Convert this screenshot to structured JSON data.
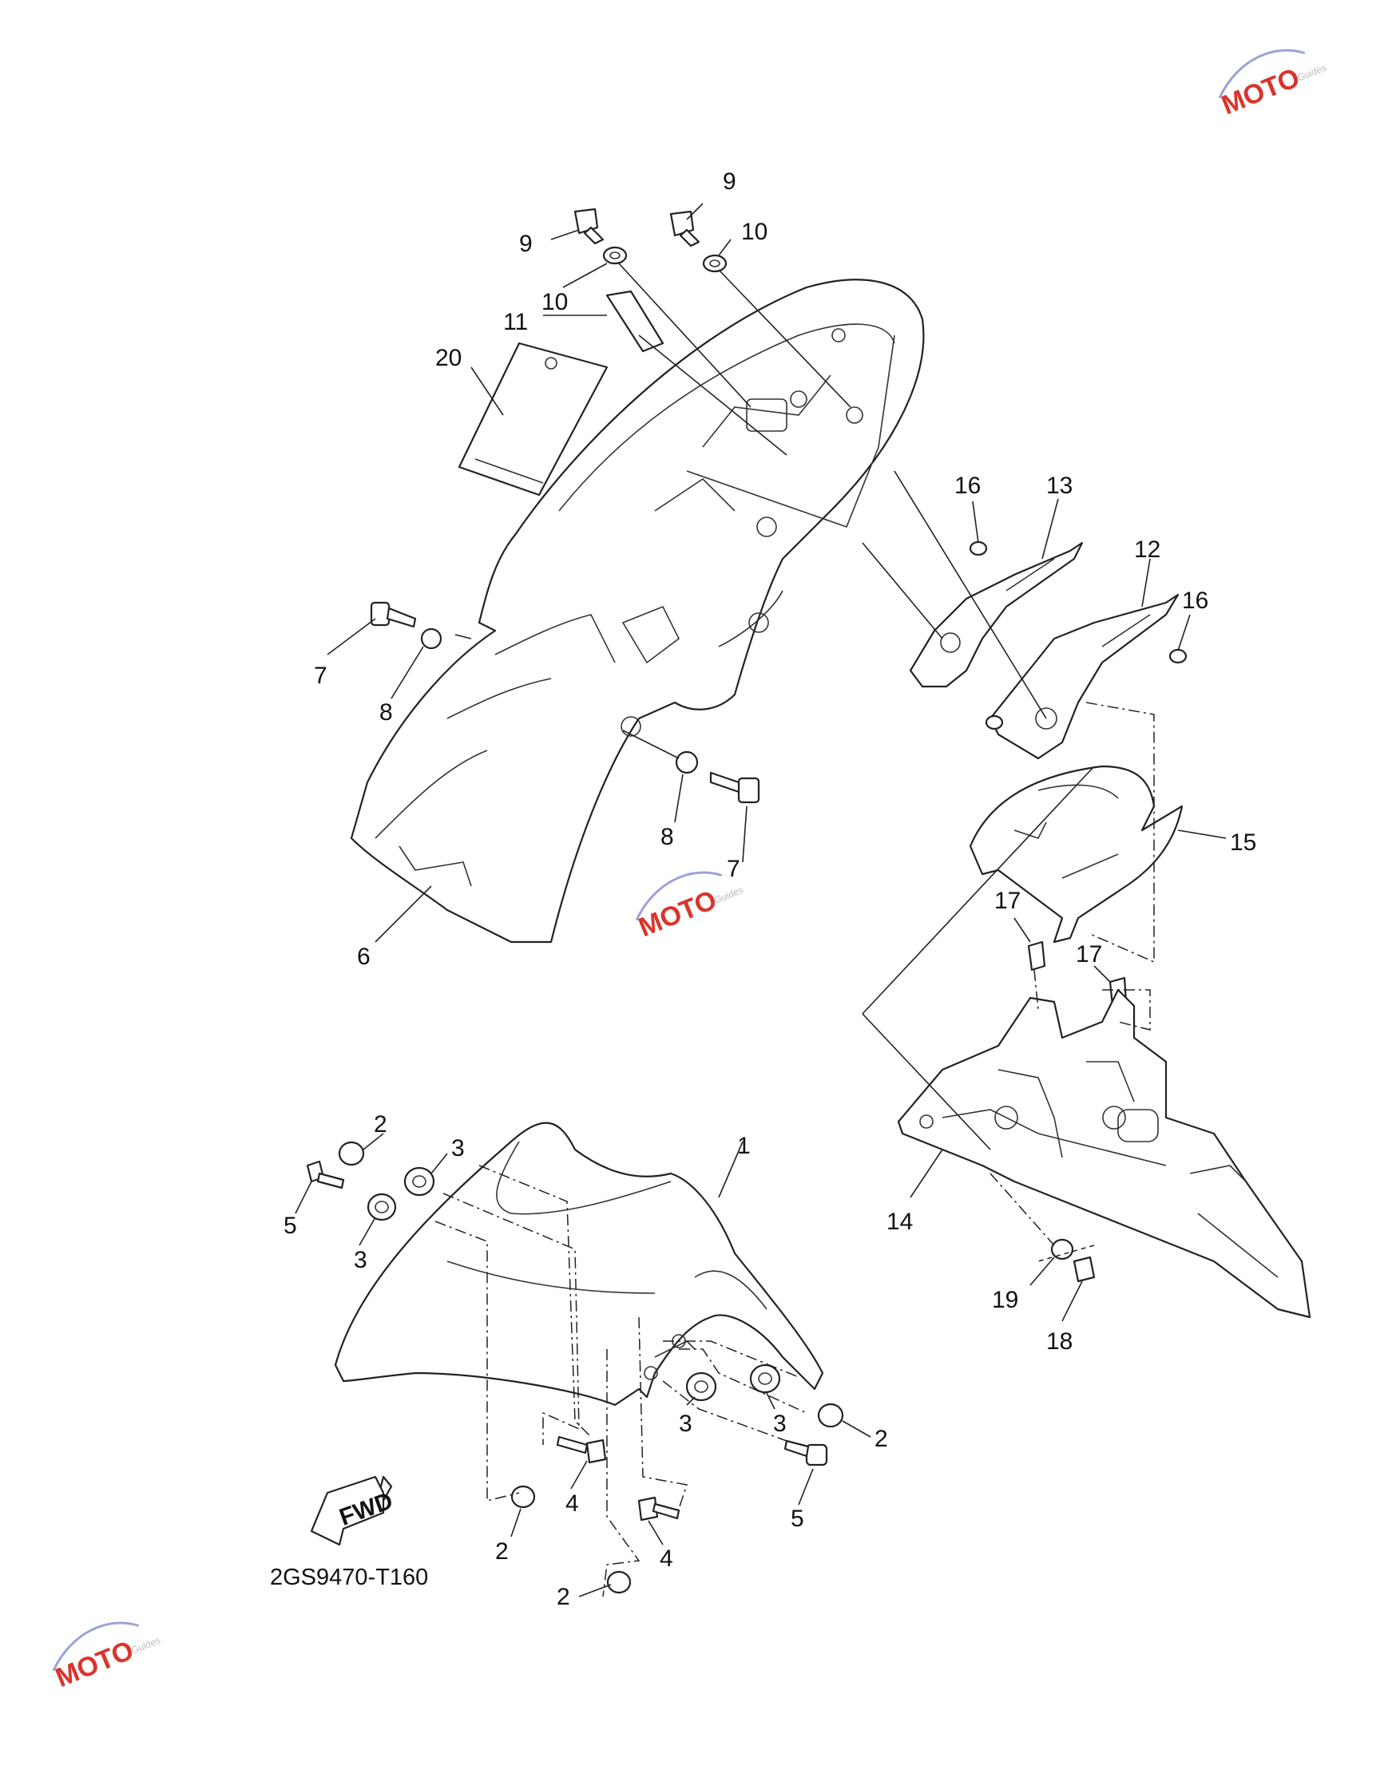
{
  "diagram_code": "2GS9470-T160",
  "fwd_label": "FWD",
  "watermark_text": "MOTO",
  "watermark_sub": "Guides",
  "colors": {
    "line": "#222222",
    "watermark_red": "#d9342b",
    "watermark_blue": "#9aa3d6"
  },
  "callouts": [
    {
      "id": "c1",
      "text": "1"
    },
    {
      "id": "c2a",
      "text": "2"
    },
    {
      "id": "c2b",
      "text": "2"
    },
    {
      "id": "c2c",
      "text": "2"
    },
    {
      "id": "c2d",
      "text": "2"
    },
    {
      "id": "c3a",
      "text": "3"
    },
    {
      "id": "c3b",
      "text": "3"
    },
    {
      "id": "c3c",
      "text": "3"
    },
    {
      "id": "c3d",
      "text": "3"
    },
    {
      "id": "c4a",
      "text": "4"
    },
    {
      "id": "c4b",
      "text": "4"
    },
    {
      "id": "c5a",
      "text": "5"
    },
    {
      "id": "c5b",
      "text": "5"
    },
    {
      "id": "c6",
      "text": "6"
    },
    {
      "id": "c7a",
      "text": "7"
    },
    {
      "id": "c7b",
      "text": "7"
    },
    {
      "id": "c8a",
      "text": "8"
    },
    {
      "id": "c8b",
      "text": "8"
    },
    {
      "id": "c9a",
      "text": "9"
    },
    {
      "id": "c9b",
      "text": "9"
    },
    {
      "id": "c10a",
      "text": "10"
    },
    {
      "id": "c10b",
      "text": "10"
    },
    {
      "id": "c11",
      "text": "11"
    },
    {
      "id": "c12",
      "text": "12"
    },
    {
      "id": "c13",
      "text": "13"
    },
    {
      "id": "c14",
      "text": "14"
    },
    {
      "id": "c15",
      "text": "15"
    },
    {
      "id": "c16a",
      "text": "16"
    },
    {
      "id": "c16b",
      "text": "16"
    },
    {
      "id": "c17a",
      "text": "17"
    },
    {
      "id": "c17b",
      "text": "17"
    },
    {
      "id": "c18",
      "text": "18"
    },
    {
      "id": "c19",
      "text": "19"
    },
    {
      "id": "c20",
      "text": "20"
    }
  ]
}
